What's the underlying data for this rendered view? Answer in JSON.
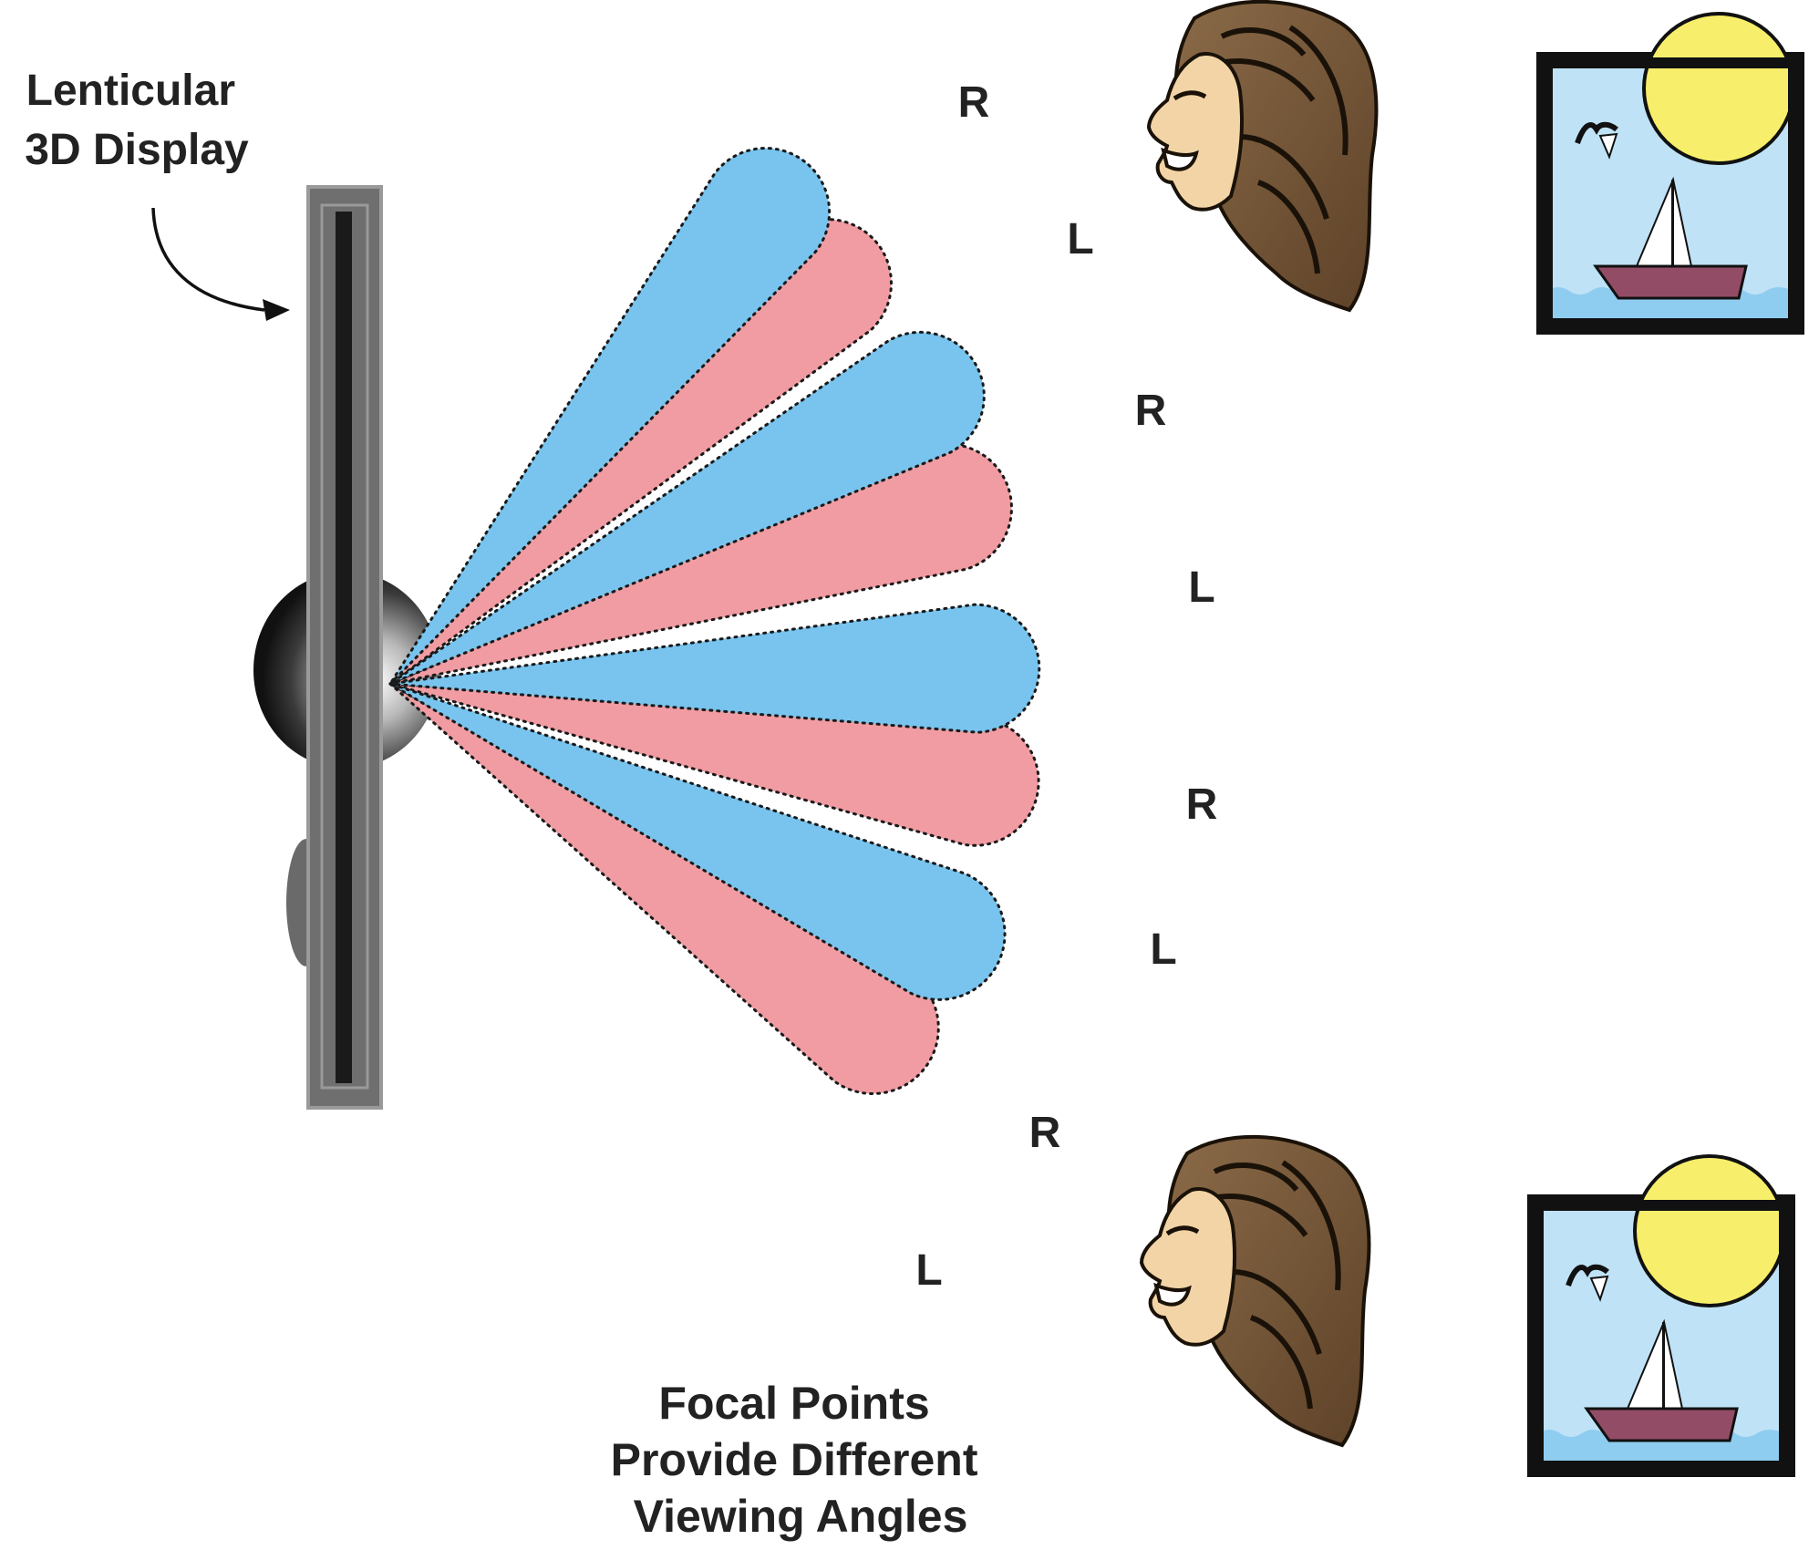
{
  "title_lines": [
    "Lenticular",
    "3D Display"
  ],
  "caption_lines": [
    "Focal Points",
    "Provide Different",
    "Viewing Angles"
  ],
  "lobes": [
    {
      "label": "R",
      "eye": "right"
    },
    {
      "label": "L",
      "eye": "left"
    },
    {
      "label": "R",
      "eye": "right"
    },
    {
      "label": "L",
      "eye": "left"
    },
    {
      "label": "R",
      "eye": "right"
    },
    {
      "label": "L",
      "eye": "left"
    },
    {
      "label": "R",
      "eye": "right"
    },
    {
      "label": "L",
      "eye": "left"
    }
  ],
  "colors": {
    "right_eye_lobe": "#78c4ee",
    "left_eye_lobe": "#f09ca2",
    "display_frame": "#707070",
    "sky": "#bfe2f6",
    "sun": "#f7ef6b",
    "boat_hull": "#934c66",
    "hair": "#7a5a3a",
    "skin": "#f2d4a6"
  },
  "icons": [
    "lenticular-display-icon",
    "lens-bulge-icon",
    "face-icon",
    "sailboat-picture-icon",
    "curved-arrow-icon"
  ]
}
